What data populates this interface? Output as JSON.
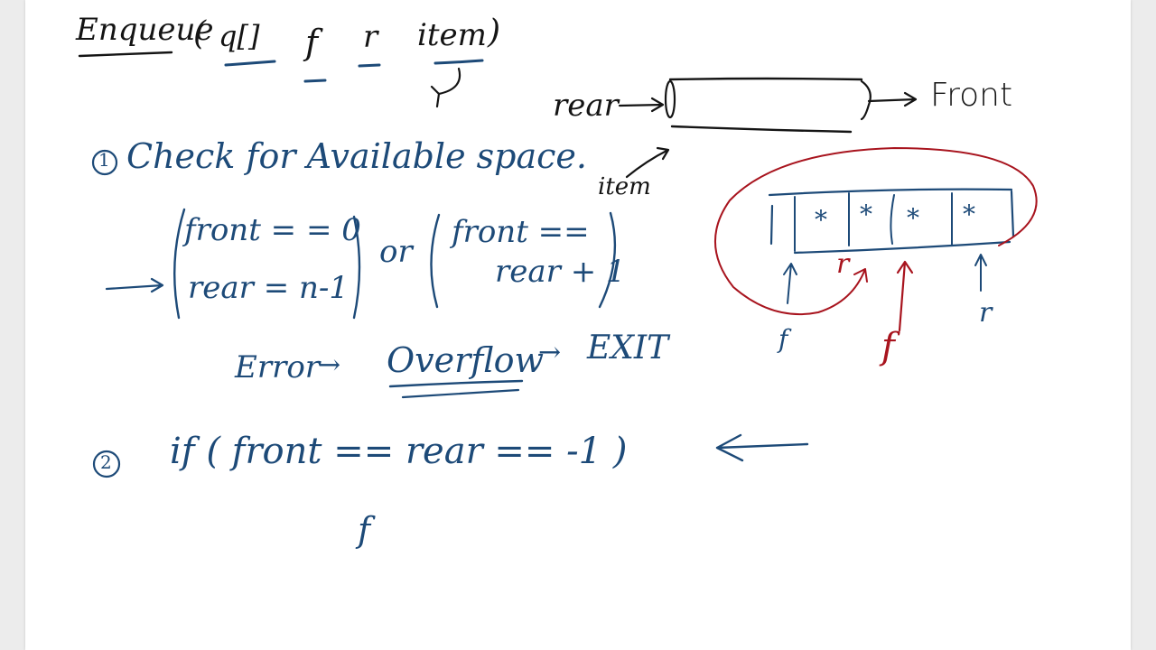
{
  "colors": {
    "ink_blue": "#1d4a78",
    "ink_black": "#141414",
    "ink_red": "#a8141e",
    "page": "#ffffff"
  },
  "heading": {
    "function": "Enqueue",
    "open_paren": "(",
    "arg1": "q[]",
    "arg2": "f",
    "arg3": "r",
    "arg4": "item",
    "close_paren": ")"
  },
  "queue_diagram": {
    "rear_label": "rear",
    "front_label": "Front",
    "item_label": "item"
  },
  "step1": {
    "number": "1",
    "title": "Check for Available space."
  },
  "condition": {
    "line1": "front = = 0",
    "line2": "rear = n-1",
    "or": "or",
    "alt_line1": "front ==",
    "alt_line2": "rear + 1"
  },
  "error_line": {
    "error": "Error",
    "arrow": "→",
    "overflow": "Overflow",
    "exit": "EXIT"
  },
  "array_diagram": {
    "cells": [
      "*",
      "*",
      "*",
      "*"
    ],
    "f_label": "f",
    "r_label": "r",
    "red_label": "r",
    "red_f_label": "f"
  },
  "step2": {
    "number": "2",
    "condition": "if ( front == rear == -1 )",
    "below": "f"
  }
}
